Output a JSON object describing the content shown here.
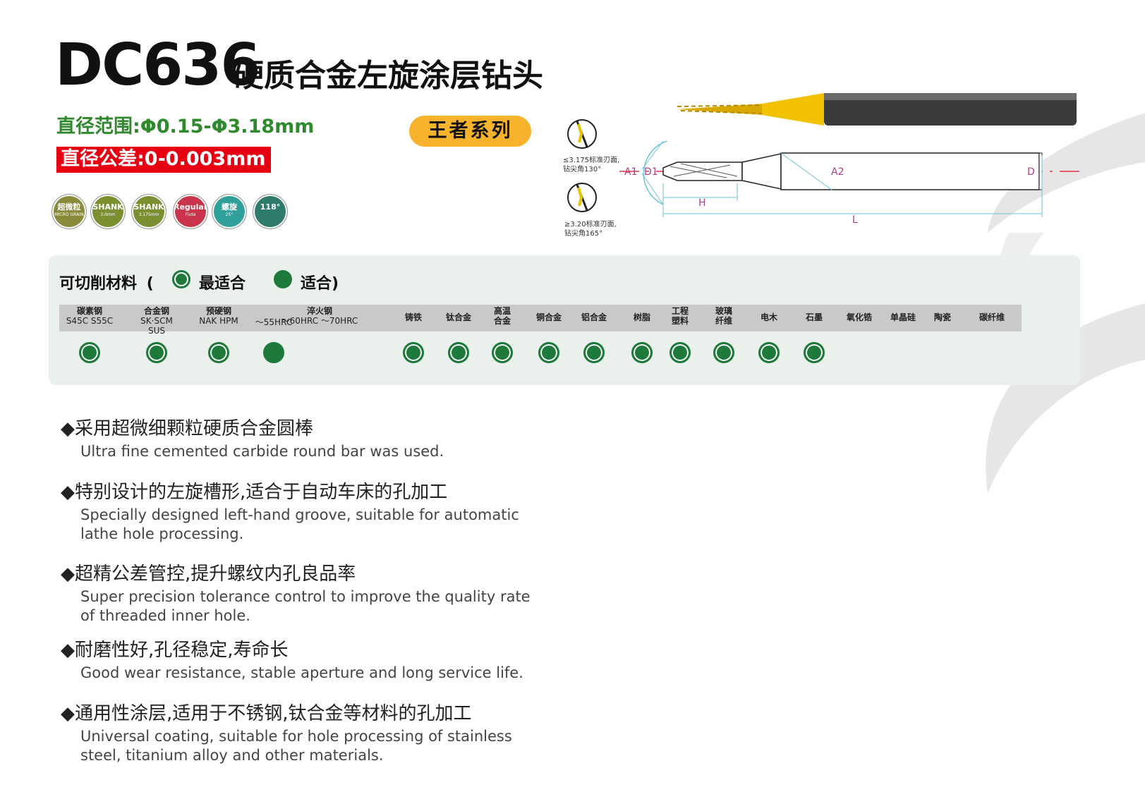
{
  "header": {
    "model": "DC636",
    "title_cn": "硬质合金左旋涂层钻头",
    "diameter_range": "直径范围:Φ0.15-Φ3.18mm",
    "tolerance": "直径公差:0-0.003mm",
    "series": "王者系列"
  },
  "badges": [
    {
      "icon": "micro-grain-icon",
      "line1": "超微粒",
      "line2": "MICRO GRAIN",
      "color": "#8a8a3a"
    },
    {
      "icon": "shank-icon",
      "line1": "SHANK",
      "line2": "3.0mm",
      "color": "#7a8f2f"
    },
    {
      "icon": "shank-icon",
      "line1": "SHANK",
      "line2": "3.175mm",
      "color": "#7a8f2f"
    },
    {
      "icon": "regular-flute-icon",
      "line1": "Regular",
      "line2": "Flute",
      "color": "#c9344a"
    },
    {
      "icon": "helix-angle-icon",
      "line1": "螺旋",
      "line2": "25°",
      "color": "#2fa09a"
    },
    {
      "icon": "point-angle-icon",
      "line1": "118°",
      "line2": "",
      "color": "#2e7a6b"
    }
  ],
  "diagram": {
    "note1": "≤3.175标准刃面,\n钻尖角130°",
    "note2": "≥3.20标准刃面,\n钻尖角165°",
    "labels": {
      "a1": "A1",
      "d1": "D1",
      "a2": "A2",
      "d": "D",
      "h": "H",
      "l": "L"
    },
    "colors": {
      "coating": "#f2c200",
      "shank": "#3a3a3a",
      "dim_line": "#6cc3d6",
      "center_line": "#e0304a",
      "dim_text": "#b0408a"
    }
  },
  "materials": {
    "title": "可切削材料",
    "paren_open": "(",
    "paren_close": ")",
    "legend_best": "最适合",
    "legend_good": "适合",
    "columns": [
      {
        "name": "碳素钢",
        "sub": "S45C S55C",
        "mark": "best"
      },
      {
        "name": "合金钢",
        "sub": "SK·SCM SUS",
        "mark": "best"
      },
      {
        "name": "预硬钢",
        "sub": "NAK HPM",
        "mark": "best"
      },
      {
        "name": "",
        "sub": "～55HRC",
        "mark": "good"
      },
      {
        "name": "淬火钢",
        "sub": "～60HRC ～70HRC",
        "mark": ""
      },
      {
        "name": "铸铁",
        "sub": "",
        "mark": "best"
      },
      {
        "name": "钛合金",
        "sub": "",
        "mark": "best"
      },
      {
        "name": "高温\n合金",
        "sub": "",
        "mark": "best"
      },
      {
        "name": "铜合金",
        "sub": "",
        "mark": "best"
      },
      {
        "name": "铝合金",
        "sub": "",
        "mark": "best"
      },
      {
        "name": "树脂",
        "sub": "",
        "mark": "best"
      },
      {
        "name": "工程\n塑料",
        "sub": "",
        "mark": "best"
      },
      {
        "name": "玻璃\n纤维",
        "sub": "",
        "mark": "best"
      },
      {
        "name": "电木",
        "sub": "",
        "mark": "best"
      },
      {
        "name": "石墨",
        "sub": "",
        "mark": "best"
      },
      {
        "name": "氧化锆",
        "sub": "",
        "mark": ""
      },
      {
        "name": "单晶硅",
        "sub": "",
        "mark": ""
      },
      {
        "name": "陶瓷",
        "sub": "",
        "mark": ""
      },
      {
        "name": "碳纤维",
        "sub": "",
        "mark": ""
      }
    ]
  },
  "features": [
    {
      "cn": "◆采用超微细颗粒硬质合金圆棒",
      "en": "Ultra fine cemented carbide round bar was used."
    },
    {
      "cn": "◆特别设计的左旋槽形,适合于自动车床的孔加工",
      "en": "Specially designed left-hand groove, suitable for automatic\nlathe hole processing."
    },
    {
      "cn": "◆超精公差管控,提升螺纹内孔良品率",
      "en": "Super precision tolerance control to improve the quality rate\nof threaded inner hole."
    },
    {
      "cn": "◆耐磨性好,孔径稳定,寿命长",
      "en": "Good wear resistance, stable aperture and long service life."
    },
    {
      "cn": "◆通用性涂层,适用于不锈钢,钛合金等材料的孔加工",
      "en": "Universal coating, suitable for hole processing of stainless\nsteel, titanium alloy and other materials."
    }
  ]
}
